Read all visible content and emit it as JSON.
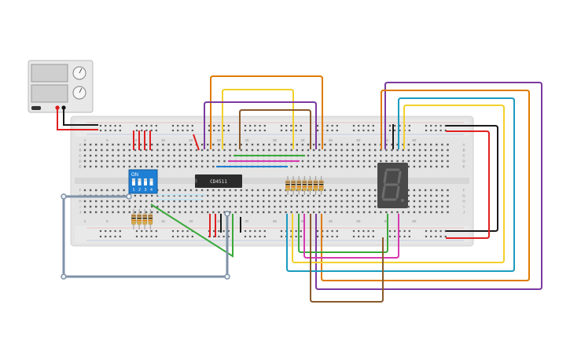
{
  "circuit": {
    "power_supply": {
      "name": "power-supply"
    },
    "breadboard": {
      "column_labels": [
        "1",
        "5",
        "10",
        "15",
        "20",
        "25",
        "30",
        "35",
        "40",
        "45",
        "50",
        "55",
        "60"
      ],
      "row_labels_top": [
        "A",
        "B",
        "C",
        "D",
        "E"
      ],
      "row_labels_bottom": [
        "F",
        "G",
        "H",
        "I",
        "J"
      ]
    },
    "ic": {
      "label": "CD4511"
    },
    "dip_switch": {
      "on_label": "ON",
      "numbers": [
        "1",
        "2",
        "3",
        "4"
      ]
    },
    "seven_segment": {
      "digit": "8"
    },
    "colors": {
      "orange": "#e07b00",
      "yellow": "#f2d02c",
      "purple": "#7b3aa0",
      "brown": "#8a5a2b",
      "green": "#3aa93a",
      "magenta": "#d63ab0",
      "blue": "#1f7fd1",
      "cyan": "#1a9bbf",
      "red": "#e02020",
      "black": "#1a1a1a",
      "gray_wire": "#7f92a8"
    }
  }
}
